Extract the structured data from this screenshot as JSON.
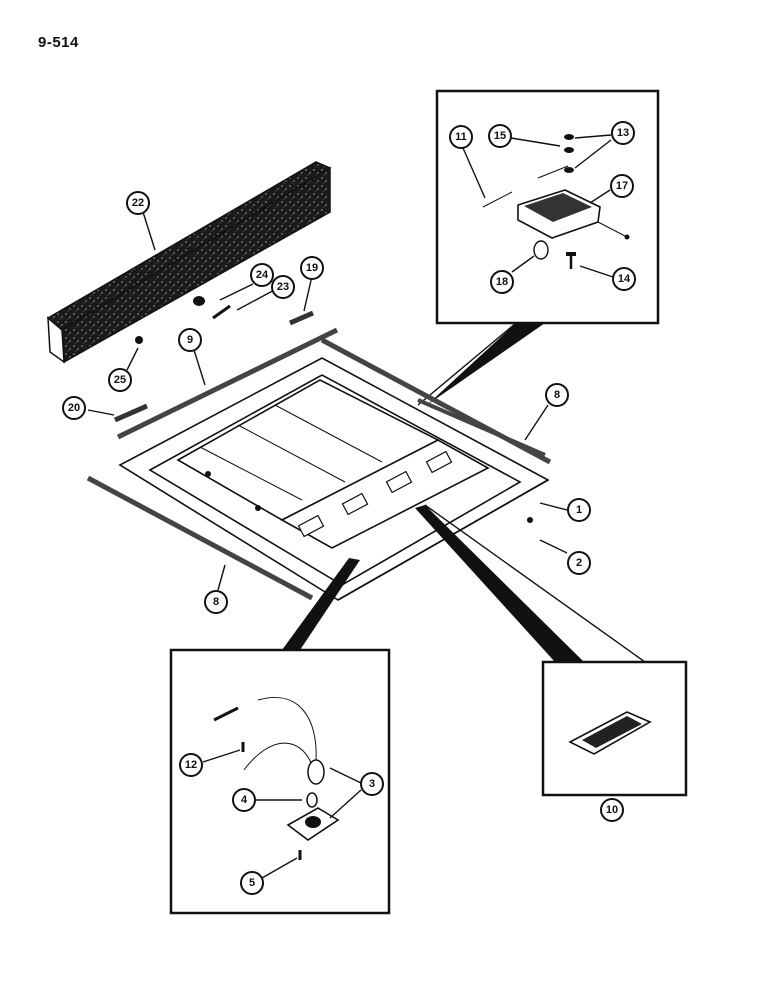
{
  "page_number": "9-514",
  "callouts": [
    {
      "id": "c1",
      "label": "1"
    },
    {
      "id": "c2",
      "label": "2"
    },
    {
      "id": "c3",
      "label": "3"
    },
    {
      "id": "c4",
      "label": "4"
    },
    {
      "id": "c5",
      "label": "5"
    },
    {
      "id": "c8a",
      "label": "8"
    },
    {
      "id": "c8b",
      "label": "8"
    },
    {
      "id": "c9",
      "label": "9"
    },
    {
      "id": "c10",
      "label": "10"
    },
    {
      "id": "c11",
      "label": "11"
    },
    {
      "id": "c12",
      "label": "12"
    },
    {
      "id": "c13",
      "label": "13"
    },
    {
      "id": "c14",
      "label": "14"
    },
    {
      "id": "c15",
      "label": "15"
    },
    {
      "id": "c17",
      "label": "17"
    },
    {
      "id": "c18",
      "label": "18"
    },
    {
      "id": "c19",
      "label": "19"
    },
    {
      "id": "c20",
      "label": "20"
    },
    {
      "id": "c22",
      "label": "22"
    },
    {
      "id": "c23",
      "label": "23"
    },
    {
      "id": "c24",
      "label": "24"
    },
    {
      "id": "c25",
      "label": "25"
    }
  ]
}
